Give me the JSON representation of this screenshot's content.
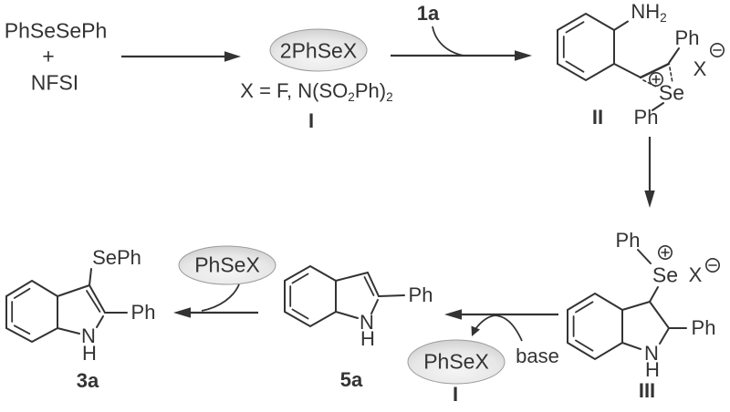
{
  "figure": {
    "type": "reaction-mechanism-scheme",
    "background": "#ffffff",
    "ink": "#333333",
    "oval_fill_center": "#f3f3f3",
    "oval_fill_edge": "#cccccc",
    "oval_stroke": "#9b9b9b"
  },
  "reagents": {
    "line1": "PhSeSePh",
    "plus": "+",
    "line2": "NFSI"
  },
  "species_I": {
    "oval_text": "2PhSeX",
    "x_def_main": "X = F, N(SO",
    "x_def_sub1": "2",
    "x_def_mid": "Ph)",
    "x_def_sub2": "2",
    "label": "I"
  },
  "substrate": {
    "label": "1a"
  },
  "intermediate_II": {
    "nh": "NH",
    "nh_sub": "2",
    "ph_top": "Ph",
    "se": "Se",
    "ph_bottom": "Ph",
    "counterion": "X",
    "label": "II"
  },
  "intermediate_III": {
    "ph_top": "Ph",
    "se": "Se",
    "counterion": "X",
    "ph_right": "Ph",
    "n": "N",
    "h": "H",
    "label": "III"
  },
  "elimination": {
    "base_label": "base",
    "oval_text": "PhSeX",
    "oval_label": "I"
  },
  "product_5a": {
    "ph": "Ph",
    "n": "N",
    "h": "H",
    "label": "5a"
  },
  "selenylation": {
    "oval_text": "PhSeX"
  },
  "product_3a": {
    "seph": "SePh",
    "ph": "Ph",
    "n": "N",
    "h": "H",
    "label": "3a"
  }
}
